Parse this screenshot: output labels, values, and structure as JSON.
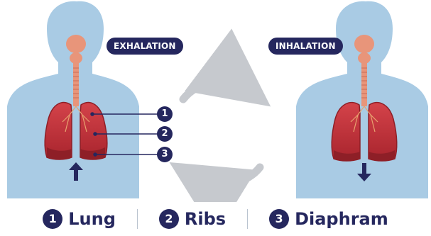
{
  "labels": {
    "exhalation": "EXHALATION",
    "inhalation": "INHALATION"
  },
  "callouts": [
    "1",
    "2",
    "3"
  ],
  "legend": [
    {
      "num": "1",
      "label": "Lung"
    },
    {
      "num": "2",
      "label": "Ribs"
    },
    {
      "num": "3",
      "label": "Diaphram"
    }
  ],
  "colors": {
    "body": "#a9cbe4",
    "navy": "#25275e",
    "lung": "#c3323b",
    "lung_dark": "#8e1f27",
    "trachea": "#e8957a",
    "cycle_arrow": "#c6c9ce"
  },
  "icons": [
    "arrow-up-icon",
    "arrow-down-icon",
    "cycle-arrow-icon"
  ]
}
